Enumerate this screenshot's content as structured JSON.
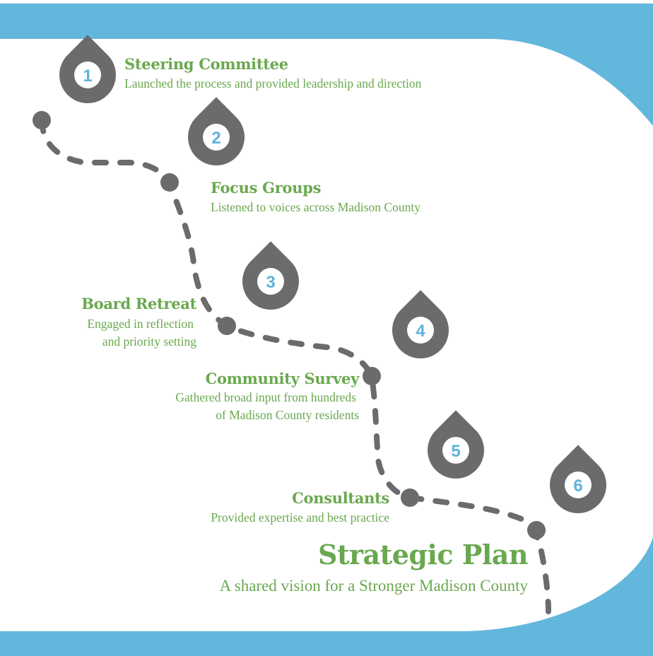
{
  "colors": {
    "frame_blue": "#63b6dc",
    "path_gray": "#6b6b6e",
    "text_green": "#6aa84f",
    "number_blue": "#5fb3d9"
  },
  "steps": [
    {
      "number": "1",
      "title": "Steering Committee",
      "description": [
        "Launched the process and provided leadership and direction"
      ],
      "icon": "map-pin-icon"
    },
    {
      "number": "2",
      "title": "Focus Groups",
      "description": [
        "Listened to voices across Madison County"
      ],
      "icon": "map-pin-icon"
    },
    {
      "number": "3",
      "title": "Board Retreat",
      "description": [
        "Engaged in reflection",
        "and priority setting"
      ],
      "icon": "map-pin-icon"
    },
    {
      "number": "4",
      "title": "Community Survey",
      "description": [
        "Gathered broad input from hundreds",
        "of Madison County residents"
      ],
      "icon": "map-pin-icon"
    },
    {
      "number": "5",
      "title": "Consultants",
      "description": [
        "Provided expertise and best practice"
      ],
      "icon": "map-pin-icon"
    },
    {
      "number": "6",
      "title": "Strategic Plan",
      "description": [
        "A shared vision for a Stronger Madison County"
      ],
      "icon": "map-pin-icon"
    }
  ]
}
